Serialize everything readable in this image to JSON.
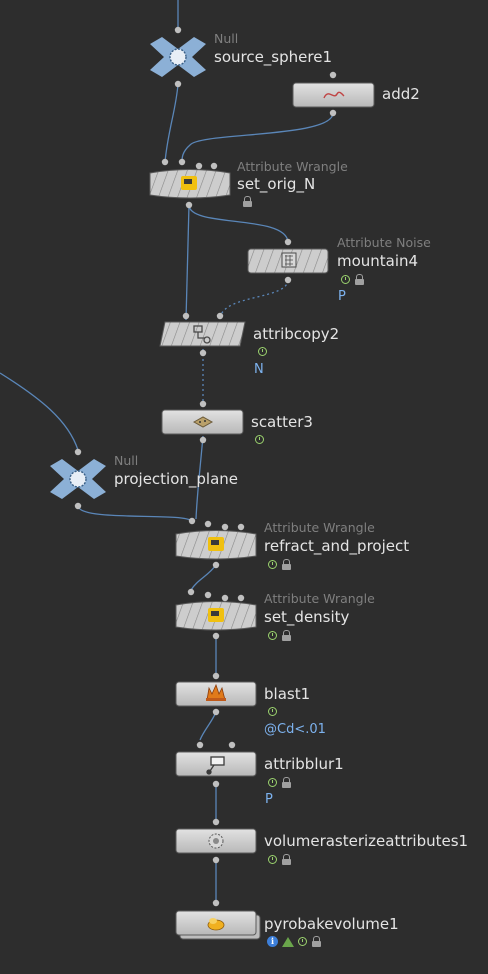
{
  "nodes": {
    "source_sphere1": {
      "type": "Null",
      "name": "source_sphere1",
      "icon": "null-icon"
    },
    "add2": {
      "name": "add2",
      "icon": "curve-icon"
    },
    "set_orig_N": {
      "type": "Attribute Wrangle",
      "name": "set_orig_N",
      "icon": "wrangle-icon",
      "badges": [
        "lock-icon"
      ]
    },
    "mountain4": {
      "type": "Attribute Noise",
      "name": "mountain4",
      "icon": "noise-icon",
      "badges": [
        "clock-icon",
        "lock-icon"
      ],
      "flag": "P"
    },
    "attribcopy2": {
      "name": "attribcopy2",
      "icon": "attribcopy-icon",
      "badges": [
        "clock-icon"
      ],
      "flag": "N"
    },
    "scatter3": {
      "name": "scatter3",
      "icon": "scatter-icon",
      "badges": [
        "clock-icon"
      ]
    },
    "projection_plane": {
      "type": "Null",
      "name": "projection_plane",
      "icon": "null-icon"
    },
    "refract_and_project": {
      "type": "Attribute Wrangle",
      "name": "refract_and_project",
      "icon": "wrangle-icon",
      "badges": [
        "clock-icon",
        "lock-icon"
      ]
    },
    "set_density": {
      "type": "Attribute Wrangle",
      "name": "set_density",
      "icon": "wrangle-icon",
      "badges": [
        "clock-icon",
        "lock-icon"
      ]
    },
    "blast1": {
      "name": "blast1",
      "icon": "blast-icon",
      "badges": [
        "clock-icon"
      ],
      "flag": "@Cd<.01"
    },
    "attribblur1": {
      "name": "attribblur1",
      "icon": "attribblur-icon",
      "badges": [
        "clock-icon",
        "lock-icon"
      ],
      "flag": "P"
    },
    "volumerasterizeattributes1": {
      "name": "volumerasterizeattributes1",
      "icon": "volume-icon",
      "badges": [
        "clock-icon",
        "lock-icon"
      ]
    },
    "pyrobakevolume1": {
      "name": "pyrobakevolume1",
      "icon": "pyro-icon",
      "badges": [
        "info-icon",
        "warning-icon",
        "clock-icon",
        "lock-icon"
      ]
    }
  },
  "colors": {
    "background": "#2d2d2d",
    "node_fill": "#cfcfcf",
    "wire": "#5a86b8",
    "flag_text": "#7db2ee",
    "type_text": "#7f7f7f",
    "name_text": "#e4e4e4",
    "null_node": "#8cb0d6"
  }
}
